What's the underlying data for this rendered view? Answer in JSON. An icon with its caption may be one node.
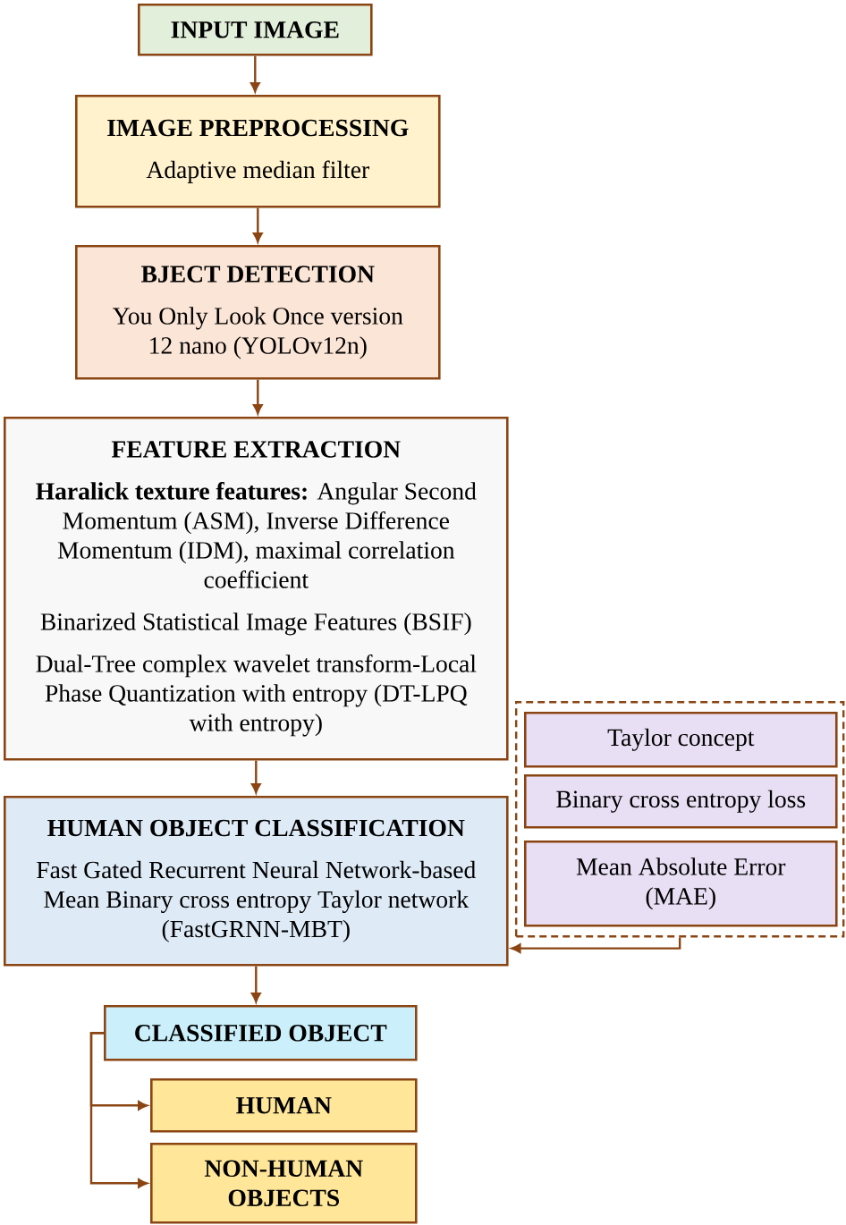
{
  "diagram": {
    "nodes": [
      {
        "text": [
          "INPUT IMAGE"
        ]
      },
      {
        "text": [
          "IMAGE PREPROCESSING",
          "Adaptive median filter"
        ]
      },
      {
        "text": [
          "BJECT DETECTION",
          "You Only Look Once version 12 nano (YOLOv12n)"
        ]
      },
      {
        "text": [
          "FEATURE EXTRACTION",
          "**Haralick texture features:** Angular Second Momentum (ASM), Inverse Difference Momentum (IDM), maximal correlation coefficient",
          "Binarized Statistical Image Features (BSIF)",
          "Dual-Tree complex wavelet transform-Local Phase Quantization with entropy (DT-LPQ with entropy)"
        ]
      },
      {
        "text": [],
        "shape": "box"
      },
      {
        "text": [
          "Taylor concept"
        ],
        "in": 4
      },
      {
        "text": [
          "Binary cross entropy loss"
        ],
        "in": 4
      },
      {
        "text": [
          "Mean Absolute Error (MAE)"
        ],
        "in": 4
      },
      {
        "text": [
          "HUMAN OBJECT CLASSIFICATION",
          "Fast Gated Recurrent Neural Network-based Mean Binary cross entropy Taylor network (FastGRNN-MBT)"
        ]
      },
      {
        "text": [
          "CLASSIFIED OBJECT"
        ]
      },
      {
        "text": [
          "HUMAN"
        ]
      },
      {
        "text": [
          "NON-HUMAN OBJECTS"
        ]
      }
    ],
    "edges": [
      {
        "from": 0,
        "to": 1,
        "arrow": "to"
      },
      {
        "from": 1,
        "to": 2,
        "arrow": "to"
      },
      {
        "from": 2,
        "to": 3,
        "arrow": "to"
      },
      {
        "from": 3,
        "to": 8,
        "arrow": "to"
      },
      {
        "from": 4,
        "to": 8,
        "arrow": "to"
      },
      {
        "from": 8,
        "to": 9,
        "arrow": "to"
      },
      {
        "from": 9,
        "to": 10,
        "arrow": "to"
      },
      {
        "from": 9,
        "to": 11,
        "arrow": "to"
      }
    ]
  }
}
